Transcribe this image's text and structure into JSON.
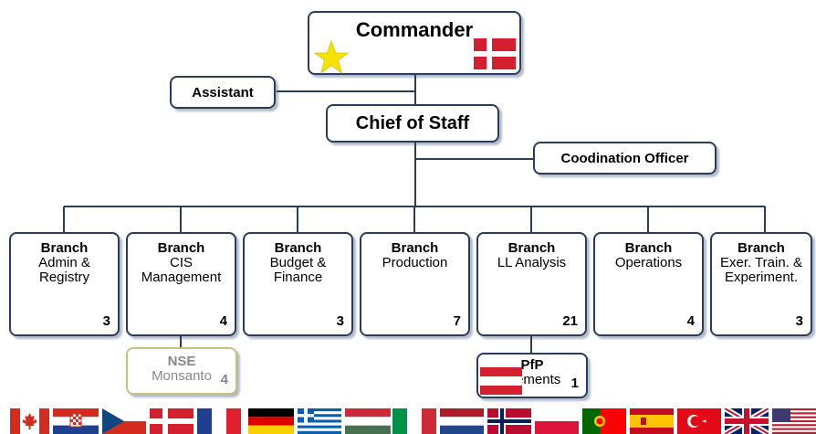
{
  "title": "Commander",
  "commander_flag": "Denmark",
  "star_color": "#f7e100",
  "line_color": "#2a3d5c",
  "assistant": "Assistant",
  "chief_of_staff": "Chief of Staff",
  "coordination": "Coodination Officer",
  "branches": [
    {
      "kind": "Branch",
      "name_l1": "Admin &",
      "name_l2": "Registry",
      "count": "3"
    },
    {
      "kind": "Branch",
      "name_l1": "CIS",
      "name_l2": "Management",
      "count": "4"
    },
    {
      "kind": "Branch",
      "name_l1": "Budget &",
      "name_l2": "Finance",
      "count": "3"
    },
    {
      "kind": "Branch",
      "name_l1": "Production",
      "name_l2": "",
      "count": "7"
    },
    {
      "kind": "Branch",
      "name_l1": "LL Analysis",
      "name_l2": "",
      "count": "21"
    },
    {
      "kind": "Branch",
      "name_l1": "Operations",
      "name_l2": "",
      "count": "4"
    },
    {
      "kind": "Branch",
      "name_l1": "Exer. Train. &",
      "name_l2": "Experiment.",
      "count": "3"
    }
  ],
  "nse": {
    "kind": "NSE",
    "name": "Monsanto",
    "count": "4"
  },
  "pfp": {
    "kind": "PfP",
    "name": "Elements",
    "count": "1",
    "flag": "Austria"
  },
  "flag_row": [
    "Canada",
    "Croatia",
    "Czech Republic",
    "Denmark",
    "France",
    "Germany",
    "Greece",
    "Hungary",
    "Italy",
    "Netherlands",
    "Norway",
    "Poland",
    "Portugal",
    "Spain",
    "Turkey",
    "United Kingdom",
    "United States"
  ]
}
